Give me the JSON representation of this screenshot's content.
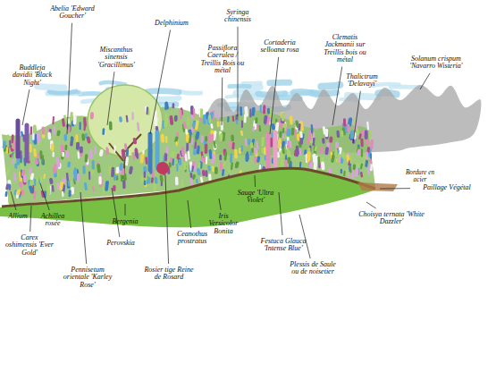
{
  "diagram": {
    "labels": [
      "Abelia 'Edward Goucher'",
      "Buddleja davidii 'Black Night'",
      "Miscanthus sinensis 'Gracillimus'",
      "Delphinium",
      "Syringa chinensis",
      "Passiflora Caerulea / Treillis Bois ou métal",
      "Cortaderia selloana rosa",
      "Clematis Jackmanii sur Treillis bois ou métal",
      "Thalictrum 'Delavayi'",
      "Solanum crispum 'Navarro Wisteria'",
      "Paillage Végétal",
      "Bordure en acier",
      "Choisya ternata 'White Dazzler'",
      "Allium",
      "Achillea rosée",
      "Carex oshimensis 'Ever Gold'",
      "Pennisetum orientale 'Karley Rose'",
      "Bergenia",
      "Perovskia",
      "Rosier tige Reine de Rosard",
      "Ceanothus prostratus",
      "Iris Versicolor Bonita",
      "Sauge 'Ultra Violet'",
      "Festuca Glauca 'Intense Blue'",
      "Plessis de Saule ou de noisetier"
    ]
  }
}
